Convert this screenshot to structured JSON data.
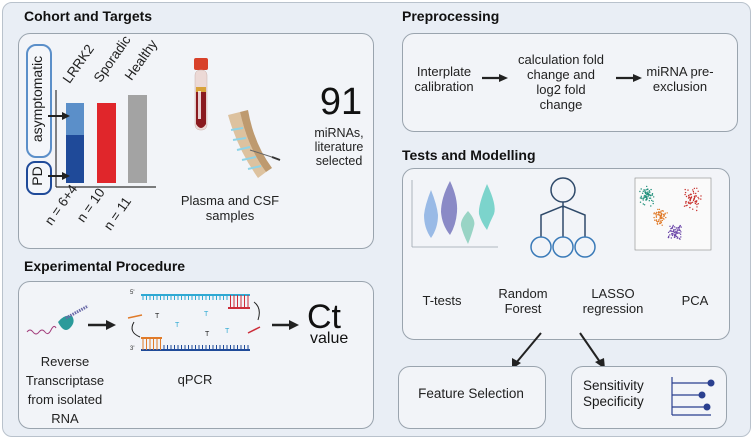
{
  "sections": {
    "cohort": {
      "title": "Cohort and Targets",
      "groups": [
        {
          "label": "LRRK2",
          "n_label": "n = 6+4"
        },
        {
          "label": "Sporadic",
          "n_label": "n = 10"
        },
        {
          "label": "Healthy",
          "n_label": "n = 11"
        }
      ],
      "side_labels": {
        "asymptomatic": "asymptomatic",
        "pd": "PD"
      },
      "samples_label": "Plasma and CSF samples",
      "mirna_count": "91",
      "mirna_caption": "miRNAs, literature selected"
    },
    "experimental": {
      "title": "Experimental Procedure",
      "rt_label": "Reverse Transcriptase from isolated RNA",
      "qpcr_label": "qPCR",
      "prime5": "5'",
      "prime3": "3'",
      "ct_big": "Ct",
      "ct_small": "value"
    },
    "preprocessing": {
      "title": "Preprocessing",
      "steps": [
        "Interplate calibration",
        "calculation fold change and log2 fold change",
        "miRNA pre-exclusion"
      ]
    },
    "tests": {
      "title": "Tests and Modelling",
      "methods": [
        "T-tests",
        "Random Forest",
        "LASSO regression",
        "PCA"
      ]
    },
    "outputs": {
      "feature_selection": "Feature Selection",
      "sensitivity": "Sensitivity",
      "specificity": "Specificity"
    }
  },
  "colors": {
    "lrrk2_pd": "#1f4a99",
    "lrrk2_asym": "#5b8fc9",
    "sporadic": "#e0262b",
    "healthy": "#a3a3a3",
    "accent_navy": "#2a3f8f"
  }
}
